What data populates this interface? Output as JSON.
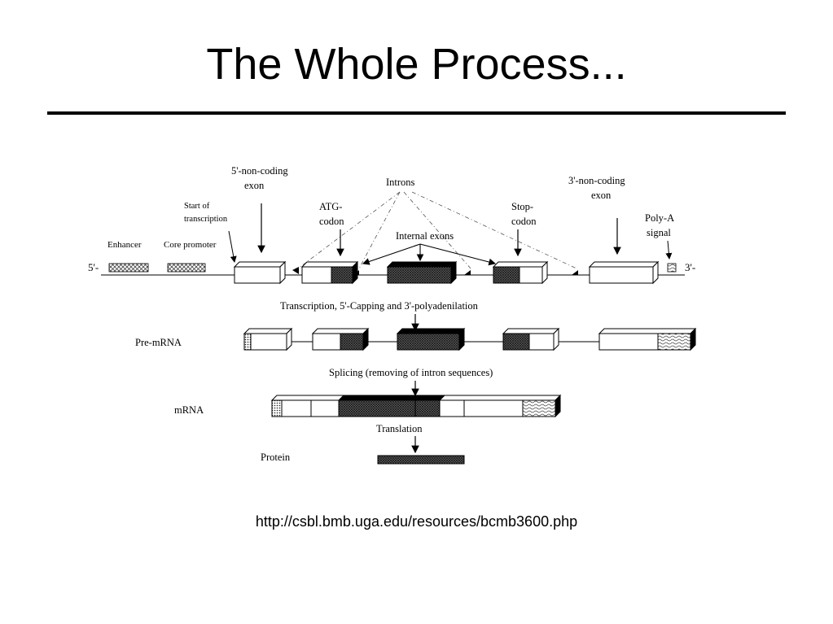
{
  "slide": {
    "title": "The Whole Process...",
    "source_link": "http://csbl.bmb.uga.edu/resources/bcmb3600.php"
  },
  "diagram": {
    "labels": {
      "five_prime_end": "5'-",
      "three_prime_end": "3'-",
      "enhancer": "Enhancer",
      "core_promoter": "Core promoter",
      "start_of_transcription": [
        "Start of",
        "transcription"
      ],
      "five_noncoding_exon": [
        "5'-non-coding",
        "exon"
      ],
      "atg_codon": [
        "ATG-",
        "codon"
      ],
      "introns": "Introns",
      "internal_exons": "Internal exons",
      "stop_codon": [
        "Stop-",
        "codon"
      ],
      "three_noncoding_exon": [
        "3'-non-coding",
        "exon"
      ],
      "polya_signal": [
        "Poly-A",
        "signal"
      ],
      "transcription_step": "Transcription, 5'-Capping and 3'-polyadenilation",
      "pre_mrna": "Pre-mRNA",
      "splicing_step": "Splicing (removing of intron sequences)",
      "mrna": "mRNA",
      "translation_step": "Translation",
      "protein": "Protein"
    }
  }
}
